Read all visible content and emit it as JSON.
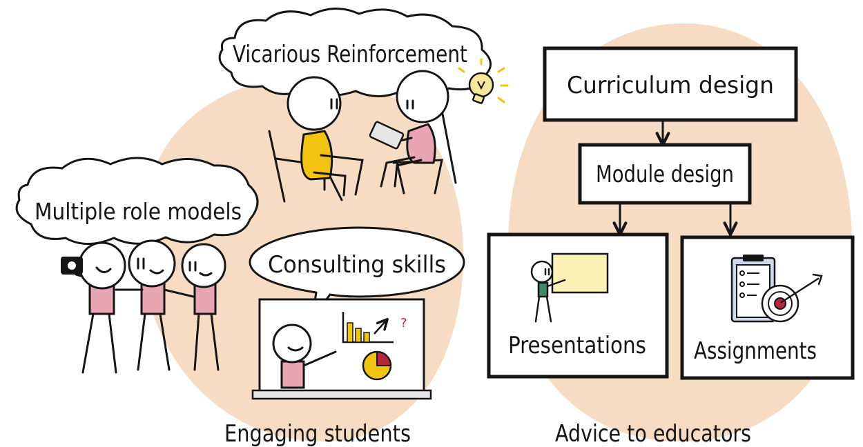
{
  "colors": {
    "blob": "#f6dcc3",
    "ink": "#151515",
    "pink": "#e8a5b4",
    "yellow": "#f2c40f",
    "bulb": "#f6e79a",
    "board": "#fbf0b5",
    "green": "#3f8a6b",
    "target_red": "#b5253b"
  },
  "left_group": {
    "caption": "Engaging students",
    "bubbles": {
      "vicarious": "Vicarious Reinforcement",
      "role_models": "Multiple role models",
      "consulting": "Consulting skills"
    }
  },
  "right_group": {
    "caption": "Advice to educators",
    "boxes": {
      "curriculum": "Curriculum design",
      "module": "Module design",
      "presentations": "Presentations",
      "assignments": "Assignments"
    }
  }
}
